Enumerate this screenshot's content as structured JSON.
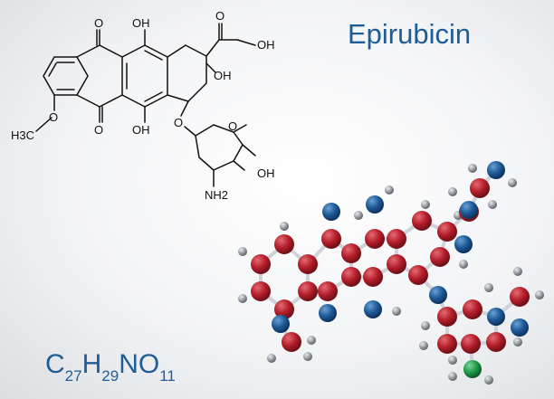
{
  "title": "Epirubicin",
  "formula": {
    "parts": [
      {
        "text": "C",
        "sub": false
      },
      {
        "text": "27",
        "sub": true
      },
      {
        "text": "H",
        "sub": false
      },
      {
        "text": "29",
        "sub": true
      },
      {
        "text": "NO",
        "sub": false
      },
      {
        "text": "11",
        "sub": true
      }
    ]
  },
  "structure_labels": {
    "oh_top": "OH",
    "o_top_ketone": "O",
    "o_bottom_ketone": "O",
    "oh_bottom": "OH",
    "o_methoxy": "O",
    "h3c_methoxy": "H3C",
    "o_side_ketone": "O",
    "oh_hydroxymethyl": "OH",
    "oh_ring": "OH",
    "o_glycoside": "O",
    "o_ring_sugar": "O",
    "oh_sugar": "OH",
    "nh2_sugar": "NH2"
  },
  "atom_colors": {
    "carbon": "#b41e2a",
    "oxygen": "#1e5a96",
    "nitrogen": "#1f9a4a",
    "hydrogen": "#8a8e95"
  }
}
